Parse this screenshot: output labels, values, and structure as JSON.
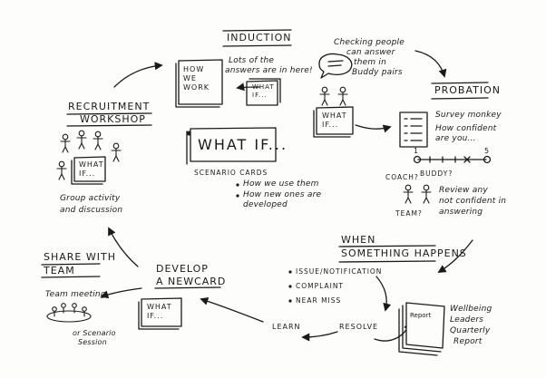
{
  "stages": {
    "induction": "INDUCTION",
    "probation": "PROBATION",
    "recruitment_line1": "RECRUITMENT",
    "recruitment_line2": "WORKSHOP",
    "when_line1": "WHEN",
    "when_line2": "SOMETHING HAPPENS",
    "develop_line1": "DEVELOP",
    "develop_line2": "A NEWCARD",
    "share_line1": "SHARE WITH",
    "share_line2": "TEAM"
  },
  "center": {
    "title": "WHAT IF...",
    "subtitle": "SCENARIO CARDS",
    "bullets": [
      "How we use them",
      "How new ones are",
      "developed"
    ]
  },
  "cards": {
    "how_we_work": [
      "HOW",
      "WE",
      "WORK"
    ],
    "what_if_line1": "WHAT",
    "what_if_line2": "IF...",
    "report": "Report"
  },
  "notes": {
    "answers": [
      "Lots of the",
      "answers are in here!"
    ],
    "checking": [
      "Checking people",
      "can answer",
      "them in",
      "Buddy pairs"
    ],
    "survey": [
      "Survey monkey",
      "How confident",
      "are you..."
    ],
    "scale_low": "1",
    "scale_high": "5",
    "coach": "COACH?",
    "buddy": "BUDDY?",
    "team": "TEAM?",
    "review": [
      "Review any",
      "not confident in",
      "answering"
    ],
    "group": [
      "Group activity",
      "and discussion"
    ],
    "team_meeting": "Team meeting",
    "or_scenario": [
      "or Scenario",
      "Session"
    ],
    "wellbeing": [
      "Wellbeing",
      "Leaders",
      "Quarterly",
      "Report"
    ]
  },
  "happens_items": [
    "ISSUE/NOTIFICATION",
    "COMPLAINT",
    "NEAR MISS"
  ],
  "flow": {
    "learn": "LEARN",
    "resolve": "RESOLVE"
  },
  "icons": [
    "person-icon",
    "speech-bubble-icon",
    "checklist-icon",
    "arrow-icon",
    "card-stack-icon"
  ]
}
